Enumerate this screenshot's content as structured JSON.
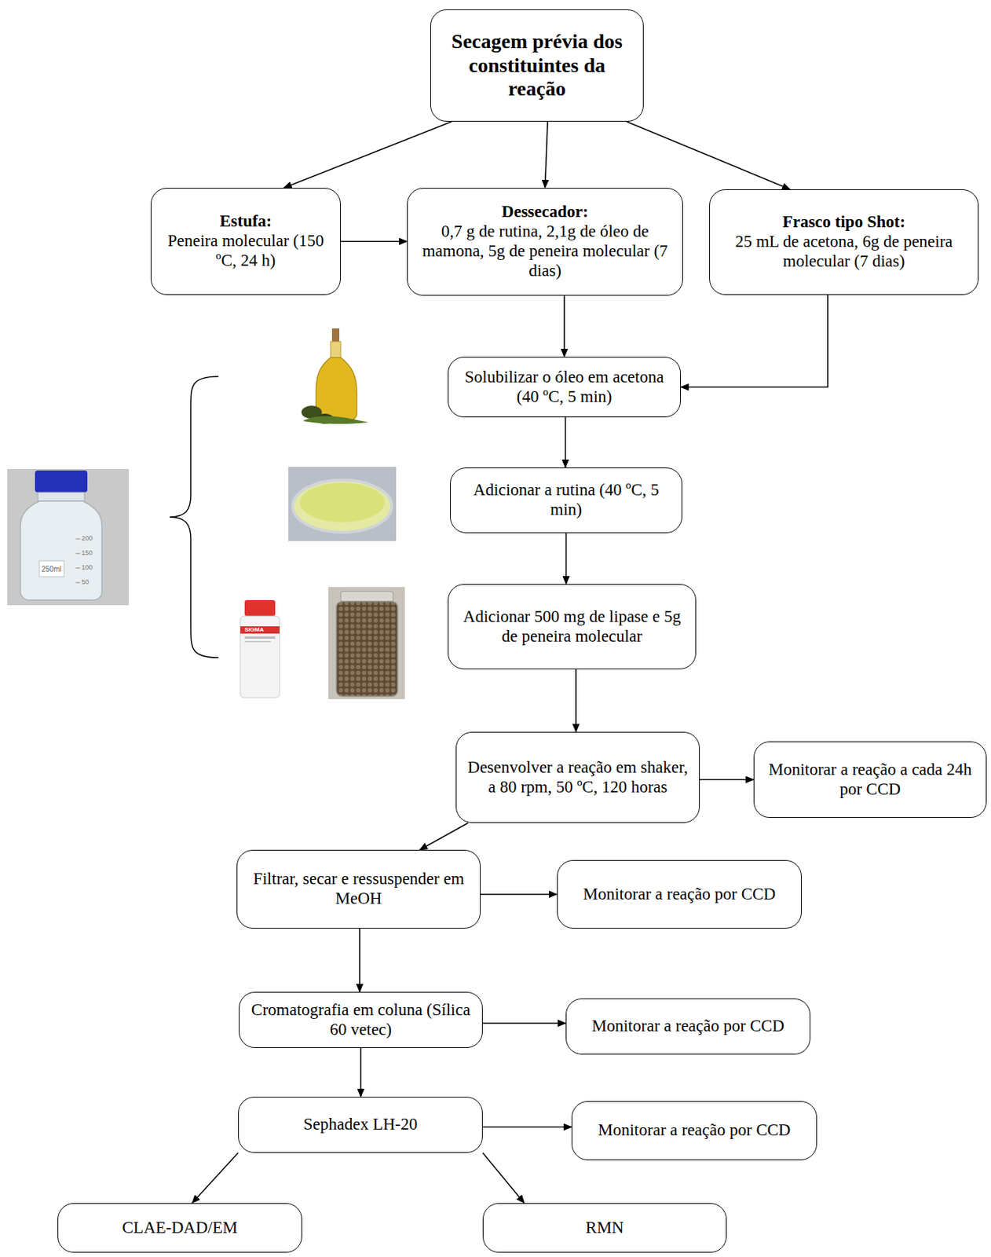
{
  "diagram": {
    "nodes": [
      {
        "text": [
          "Secagem prévia dos constituintes da reação"
        ]
      },
      {
        "text": [
          "Estufa:",
          "Peneira molecular (150 ºC, 24 h)"
        ]
      },
      {
        "text": [
          "Dessecador:",
          "0,7 g de rutina, 2,1g de óleo de mamona, 5g de peneira molecular (7 dias)"
        ]
      },
      {
        "text": [
          "Frasco tipo Shot:",
          "25 mL de acetona, 6g de peneira molecular (7 dias)"
        ]
      },
      {
        "text": [
          "Solubilizar o óleo em acetona (40 ºC, 5 min)"
        ]
      },
      {
        "text": [
          "Adicionar a rutina (40 ºC, 5 min)"
        ]
      },
      {
        "text": [
          "Adicionar 500 mg de lipase e 5g de peneira molecular"
        ]
      },
      {
        "text": [
          "Desenvolver a reação em shaker, a 80 rpm, 50 ºC, 120 horas"
        ]
      },
      {
        "text": [
          "Monitorar a reação a cada 24h por CCD"
        ]
      },
      {
        "text": [
          "Filtrar, secar e ressuspender em MeOH"
        ]
      },
      {
        "text": [
          "Monitorar a reação por CCD"
        ]
      },
      {
        "text": [
          "Cromatografia em coluna (Sílica 60 vetec)"
        ]
      },
      {
        "text": [
          "Monitorar a reação por CCD"
        ]
      },
      {
        "text": [
          "Sephadex LH-20"
        ]
      },
      {
        "text": [
          "Monitorar a reação por CCD"
        ]
      },
      {
        "text": [
          "CLAE-DAD/EM"
        ]
      },
      {
        "text": [
          "RMN"
        ]
      }
    ],
    "edges": [
      {
        "from": 0,
        "to": 1,
        "arrow": "to"
      },
      {
        "from": 0,
        "to": 2,
        "arrow": "to"
      },
      {
        "from": 0,
        "to": 3,
        "arrow": "to"
      },
      {
        "from": 1,
        "to": 2,
        "arrow": "to"
      },
      {
        "from": 2,
        "to": 4,
        "arrow": "to"
      },
      {
        "from": 3,
        "to": 4,
        "arrow": "to"
      },
      {
        "from": 4,
        "to": 5,
        "arrow": "to"
      },
      {
        "from": 5,
        "to": 6,
        "arrow": "to"
      },
      {
        "from": 6,
        "to": 7,
        "arrow": "to"
      },
      {
        "from": 7,
        "to": 8,
        "arrow": "to"
      },
      {
        "from": 7,
        "to": 9,
        "arrow": "to"
      },
      {
        "from": 9,
        "to": 10,
        "arrow": "to"
      },
      {
        "from": 9,
        "to": 11,
        "arrow": "to"
      },
      {
        "from": 11,
        "to": 12,
        "arrow": "to"
      },
      {
        "from": 11,
        "to": 13,
        "arrow": "to"
      },
      {
        "from": 13,
        "to": 14,
        "arrow": "to"
      },
      {
        "from": 13,
        "to": 15,
        "arrow": "to"
      },
      {
        "from": 13,
        "to": 16,
        "arrow": "to"
      }
    ],
    "labels": [
      "SIGMA",
      "250ml",
      "200",
      "150",
      "100",
      "50"
    ]
  }
}
